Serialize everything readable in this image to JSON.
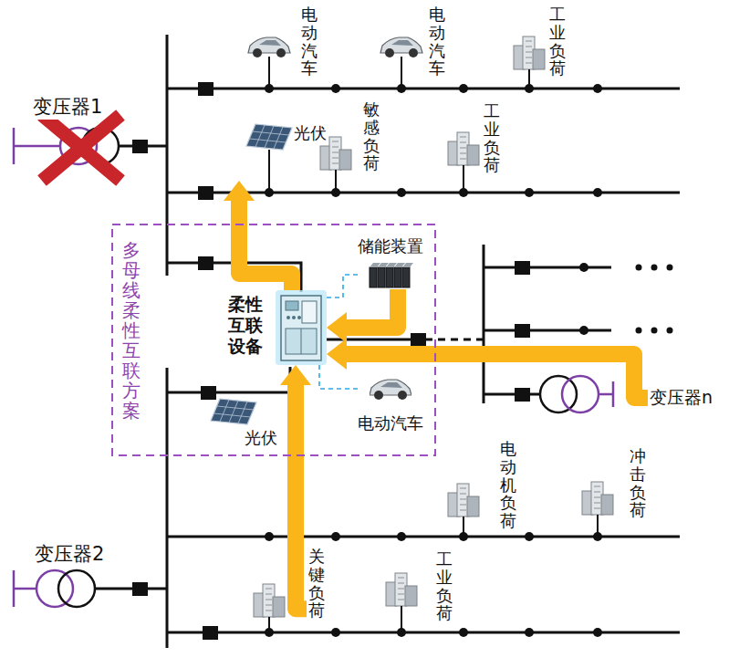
{
  "diagram": {
    "nodes": [
      {
        "text": [
          "多母线柔性互联方案"
        ]
      },
      {
        "text": [
          "柔性互联设备"
        ],
        "in": 0
      },
      {
        "text": [
          "储能装置"
        ],
        "in": 0
      },
      {
        "text": [
          "电动汽车"
        ],
        "in": 0
      },
      {
        "text": [
          "光伏"
        ],
        "in": 0
      },
      {
        "text": [
          "变压器n"
        ]
      },
      {
        "text": [
          "关键负荷"
        ]
      }
    ],
    "edges": [
      {
        "from": 2,
        "to": 1,
        "arrow": "to"
      },
      {
        "from": 5,
        "to": 1,
        "arrow": "to"
      },
      {
        "from": 6,
        "to": 1,
        "arrow": "to"
      },
      {
        "from": 1,
        "to": 2,
        "arrow": "none"
      },
      {
        "from": 1,
        "to": 3,
        "arrow": "none"
      }
    ],
    "labels": [
      "变压器1",
      "电动汽车",
      "电动汽车",
      "工业负荷",
      "光伏",
      "敏感负荷",
      "工业负荷",
      "电动机负荷",
      "冲击负荷",
      "变压器2",
      "工业负荷"
    ]
  }
}
